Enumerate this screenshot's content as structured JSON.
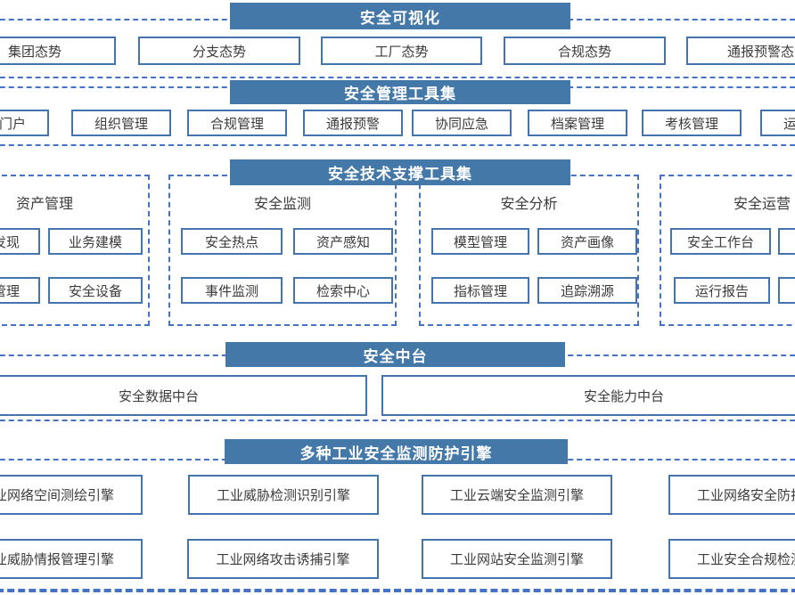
{
  "colors": {
    "header_bg": "#4478A8",
    "box_border": "#4374AE",
    "dash_border": "#4472C4",
    "text": "#3B3B3B",
    "header_text": "#FFFFFF"
  },
  "sections": {
    "visualization": {
      "header": "安全可视化",
      "items": [
        "集团态势",
        "分支态势",
        "工厂态势",
        "合规态势",
        "通报预警态势"
      ]
    },
    "management": {
      "header": "安全管理工具集",
      "items": [
        "安全门户",
        "组织管理",
        "合规管理",
        "通报预警",
        "协同应急",
        "档案管理",
        "考核管理",
        "运营管理"
      ]
    },
    "tech_support": {
      "header": "安全技术支撑工具集",
      "groups": [
        {
          "title": "资产管理",
          "items": [
            "资产发现",
            "业务建模",
            "台账管理",
            "安全设备"
          ]
        },
        {
          "title": "安全监测",
          "items": [
            "安全热点",
            "资产感知",
            "事件监测",
            "检索中心"
          ]
        },
        {
          "title": "安全分析",
          "items": [
            "模型管理",
            "资产画像",
            "指标管理",
            "追踪溯源"
          ]
        },
        {
          "title": "安全运营",
          "items": [
            "安全工作台",
            "",
            "运行报告",
            ""
          ]
        }
      ]
    },
    "middle_platform": {
      "header": "安全中台",
      "items": [
        "安全数据中台",
        "安全能力中台"
      ]
    },
    "engines": {
      "header": "多种工业安全监测防护引擎",
      "items": [
        "工业网络空间测绘引擎",
        "工业威胁检测识别引擎",
        "工业云端安全监测引擎",
        "工业网络安全防护引擎",
        "工业威胁情报管理引擎",
        "工业网络攻击诱捕引擎",
        "工业网站安全监测引擎",
        "工业安全合规检测引擎"
      ]
    }
  }
}
